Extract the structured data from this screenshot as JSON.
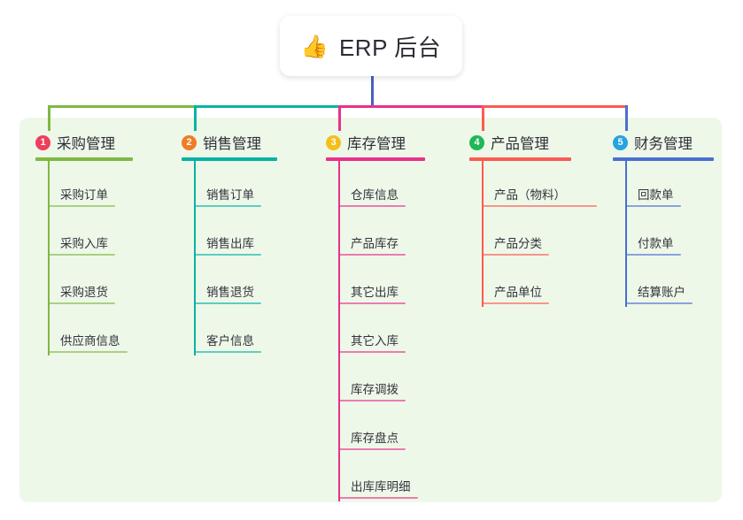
{
  "diagram": {
    "type": "mindmap",
    "background_color": "#ffffff",
    "panel_color": "#eef8e9"
  },
  "root": {
    "emoji": "👍",
    "emoji_name": "thumbs-up-emoji",
    "title": "ERP 后台",
    "connector_color": "#4a5fc1"
  },
  "branches": [
    {
      "index": "1",
      "title": "采购管理",
      "color": "#7fb843",
      "badge_color": "#ef3e5c",
      "items": [
        "采购订单",
        "采购入库",
        "采购退货",
        "供应商信息"
      ]
    },
    {
      "index": "2",
      "title": "销售管理",
      "color": "#05b3a4",
      "badge_color": "#f07c26",
      "items": [
        "销售订单",
        "销售出库",
        "销售退货",
        "客户信息"
      ]
    },
    {
      "index": "3",
      "title": "库存管理",
      "color": "#e8318c",
      "badge_color": "#f5bf1b",
      "items": [
        "仓库信息",
        "产品库存",
        "其它出库",
        "其它入库",
        "库存调拨",
        "库存盘点",
        "出库库明细"
      ]
    },
    {
      "index": "4",
      "title": "产品管理",
      "color": "#fa5b51",
      "badge_color": "#1eb858",
      "items": [
        "产品（物料）",
        "产品分类",
        "产品单位"
      ]
    },
    {
      "index": "5",
      "title": "财务管理",
      "color": "#4a6fd0",
      "badge_color": "#26a3e0",
      "items": [
        "回款单",
        "付款单",
        "结算账户"
      ]
    }
  ]
}
